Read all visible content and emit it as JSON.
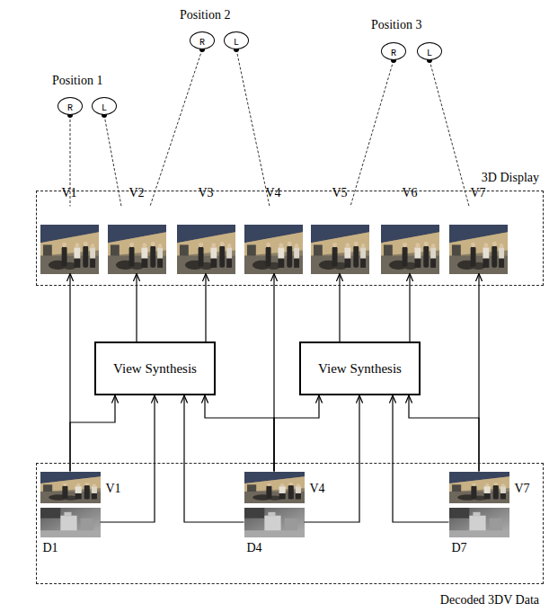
{
  "diagram": {
    "nodes": [
      {
        "text": [
          "R"
        ]
      },
      {
        "text": [
          "L"
        ]
      },
      {
        "text": [
          "R"
        ]
      },
      {
        "text": [
          "L"
        ]
      },
      {
        "text": [
          "R"
        ]
      },
      {
        "text": [
          "L"
        ]
      },
      {
        "text": [
          "3D Display"
        ]
      },
      {
        "text": [
          "V1"
        ],
        "in": 6
      },
      {
        "text": [
          "V2"
        ],
        "in": 6
      },
      {
        "text": [
          "V3"
        ],
        "in": 6
      },
      {
        "text": [
          "V4"
        ],
        "in": 6
      },
      {
        "text": [
          "V5"
        ],
        "in": 6
      },
      {
        "text": [
          "V6"
        ],
        "in": 6
      },
      {
        "text": [
          "V7"
        ],
        "in": 6
      },
      {
        "text": [
          "View Synthesis"
        ]
      },
      {
        "text": [
          "View Synthesis"
        ]
      },
      {
        "text": [
          "Decoded 3DV Data"
        ]
      },
      {
        "text": [
          "V1"
        ],
        "in": 16
      },
      {
        "text": [
          "V4"
        ],
        "in": 16
      },
      {
        "text": [
          "V7"
        ],
        "in": 16
      },
      {
        "text": [
          "D1"
        ],
        "in": 16
      },
      {
        "text": [
          "D4"
        ],
        "in": 16
      },
      {
        "text": [
          "D7"
        ],
        "in": 16
      }
    ],
    "edges": [
      {
        "from": 0,
        "to": 7,
        "arrow": "none"
      },
      {
        "from": 1,
        "to": 8,
        "arrow": "none"
      },
      {
        "from": 2,
        "to": 8,
        "arrow": "none"
      },
      {
        "from": 3,
        "to": 10,
        "arrow": "none"
      },
      {
        "from": 4,
        "to": 11,
        "arrow": "none"
      },
      {
        "from": 5,
        "to": 13,
        "arrow": "none"
      },
      {
        "from": 17,
        "to": 7,
        "arrow": "to"
      },
      {
        "from": 17,
        "to": 14,
        "arrow": "to"
      },
      {
        "from": 20,
        "to": 14,
        "arrow": "to"
      },
      {
        "from": 21,
        "to": 14,
        "arrow": "to"
      },
      {
        "from": 18,
        "to": 14,
        "arrow": "to"
      },
      {
        "from": 18,
        "to": 10,
        "arrow": "to"
      },
      {
        "from": 18,
        "to": 15,
        "arrow": "to"
      },
      {
        "from": 21,
        "to": 15,
        "arrow": "to"
      },
      {
        "from": 22,
        "to": 15,
        "arrow": "to"
      },
      {
        "from": 19,
        "to": 15,
        "arrow": "to"
      },
      {
        "from": 19,
        "to": 13,
        "arrow": "to"
      },
      {
        "from": 14,
        "to": 8,
        "arrow": "to"
      },
      {
        "from": 14,
        "to": 9,
        "arrow": "to"
      },
      {
        "from": 15,
        "to": 11,
        "arrow": "to"
      },
      {
        "from": 15,
        "to": 12,
        "arrow": "to"
      }
    ],
    "labels": [
      "Position 1",
      "Position 2",
      "Position 3"
    ]
  }
}
